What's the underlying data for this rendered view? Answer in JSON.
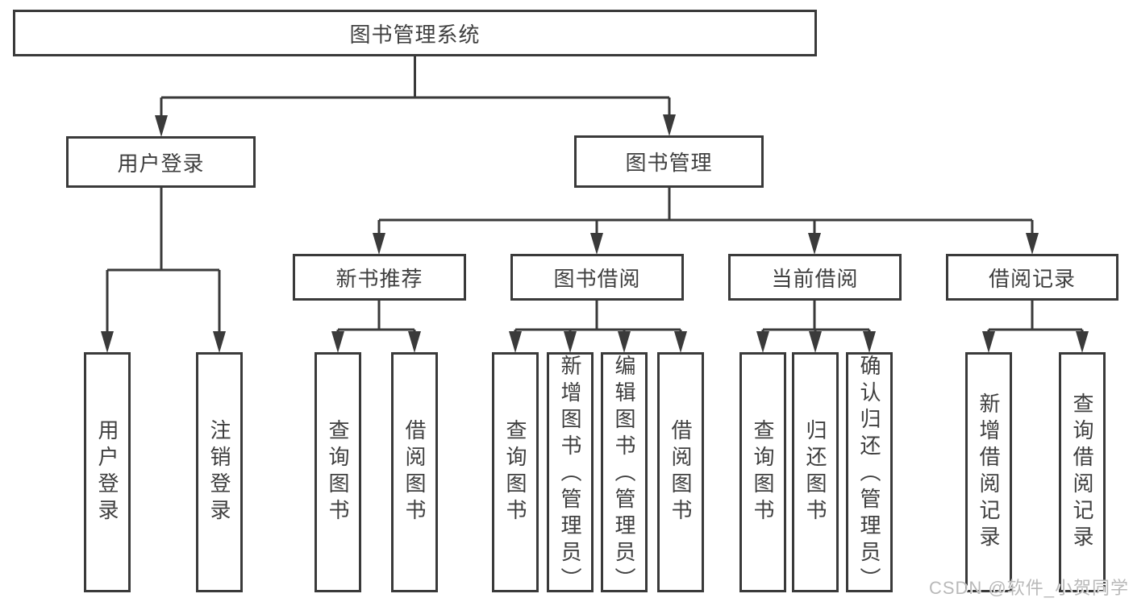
{
  "diagram": {
    "title": "图书管理系统",
    "level2": [
      {
        "label": "用户登录"
      },
      {
        "label": "图书管理"
      }
    ],
    "level3": [
      {
        "label": "新书推荐"
      },
      {
        "label": "图书借阅"
      },
      {
        "label": "当前借阅"
      },
      {
        "label": "借阅记录"
      }
    ],
    "level4": [
      {
        "label": "用户登录"
      },
      {
        "label": "注销登录"
      },
      {
        "label": "查询图书"
      },
      {
        "label": "借阅图书"
      },
      {
        "label": "查询图书"
      },
      {
        "label": "新增图书（管理员）"
      },
      {
        "label": "编辑图书（管理员）"
      },
      {
        "label": "借阅图书"
      },
      {
        "label": "查询图书"
      },
      {
        "label": "归还图书"
      },
      {
        "label": "确认归还（管理员）"
      },
      {
        "label": "新增借阅记录"
      },
      {
        "label": "查询借阅记录"
      }
    ]
  },
  "watermark": {
    "text": "CSDN @软件_小贺同学"
  },
  "colors": {
    "line": "#3a3a3a",
    "text": "#3f3f3f",
    "background": "#ffffff",
    "watermark": "#b9b9b9"
  }
}
